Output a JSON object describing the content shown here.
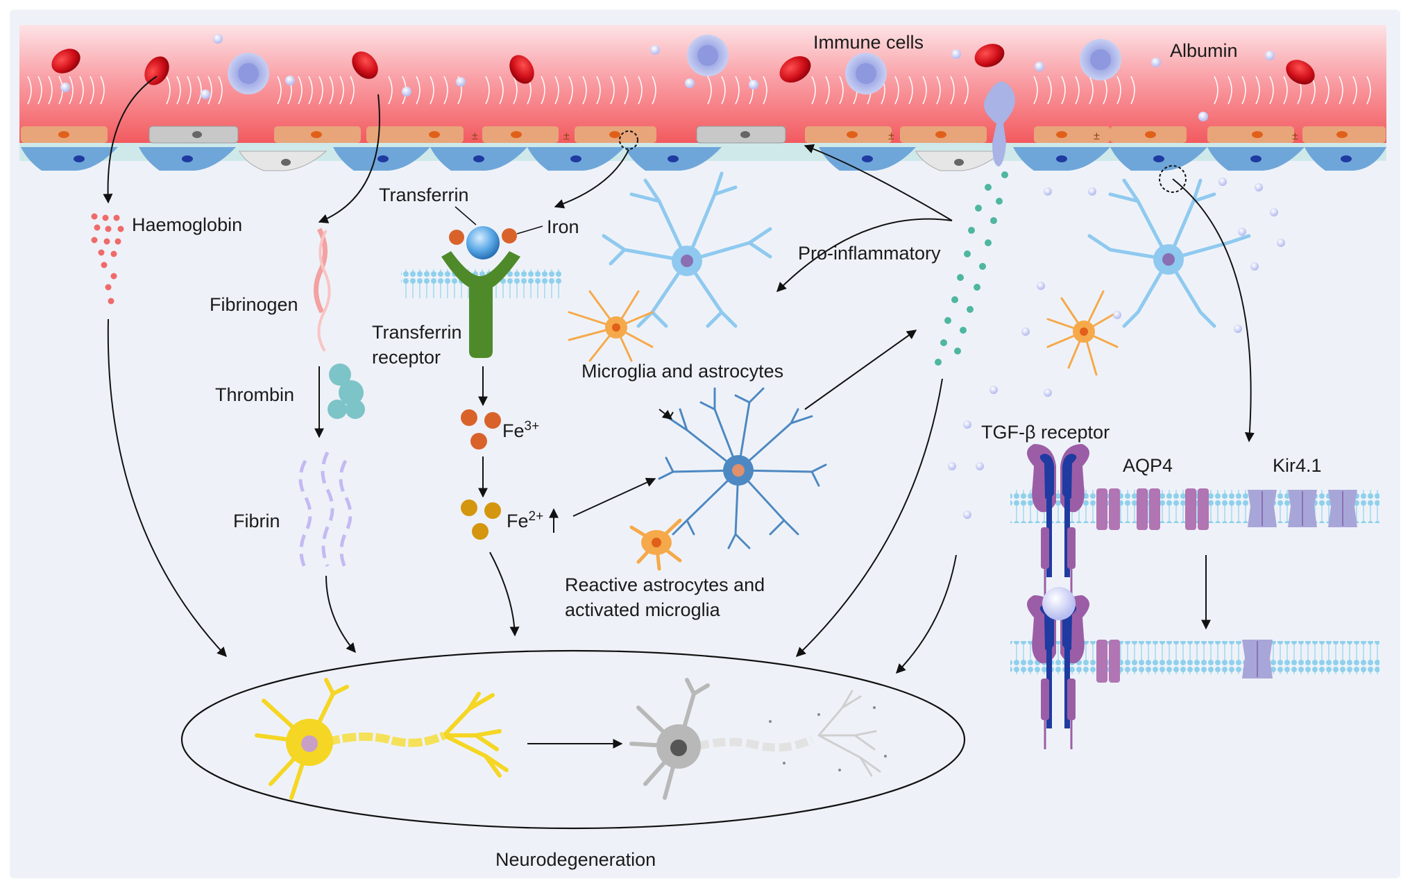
{
  "labels": {
    "immune_cells": "Immune cells",
    "albumin": "Albumin",
    "haemoglobin": "Haemoglobin",
    "fibrinogen": "Fibrinogen",
    "thrombin": "Thrombin",
    "fibrin": "Fibrin",
    "transferrin": "Transferrin",
    "iron": "Iron",
    "transferrin_receptor_line1": "Transferrin",
    "transferrin_receptor_line2": "receptor",
    "fe3_base": "Fe",
    "fe3_sup": "3+",
    "fe2_base": "Fe",
    "fe2_sup": "2+",
    "pro_inflammatory": "Pro-inflammatory",
    "microglia_astrocytes": "Microglia and astrocytes",
    "reactive_line1": "Reactive astrocytes and",
    "reactive_line2": "activated microglia",
    "tgf_receptor": "TGF-β receptor",
    "aqp4": "AQP4",
    "kir41": "Kir4.1",
    "neurodegeneration": "Neurodegeneration"
  },
  "colors": {
    "background": "#eef2f8",
    "vessel_lumen": "#f46d6d",
    "red_blood_cell": "#d7191c",
    "immune_cell": "#a9b3e6",
    "endothelium": "#e8a57a",
    "pericyte": "#c8c8c8",
    "astro_endfoot": "#6fa6d9",
    "membrane": "#8fd0ec",
    "transferrin_receptor": "#4f8a2a",
    "fe3": "#d9622b",
    "fe2": "#d4960e",
    "microglia": "#8fc9ef",
    "astrocyte": "#f6a94a",
    "reactive_glia": "#4d88c2",
    "tgf_receptor_outer": "#9b5ea6",
    "tgf_receptor_inner": "#1f3aa0",
    "aqp4": "#b075b2",
    "kir41": "#a8a6d8",
    "healthy_neuron": "#f5d624",
    "degenerated_neuron": "#b8b8b8"
  }
}
